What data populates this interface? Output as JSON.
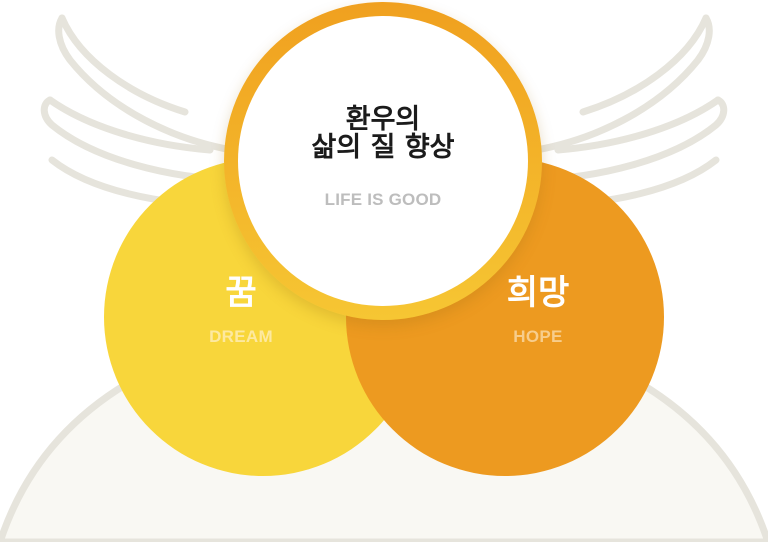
{
  "center": {
    "title_line1": "환우의",
    "title_line2": "삶의 질 향상",
    "subtitle": "LIFE IS GOOD"
  },
  "left_circle": {
    "title": "꿈",
    "subtitle": "DREAM"
  },
  "right_circle": {
    "title": "희망",
    "subtitle": "HOPE"
  },
  "colors": {
    "dream": "#f8d63b",
    "hope": "#ed9a20",
    "ring": "#f0a01f",
    "wing_outline": "#e6e4dc",
    "body_fill": "#f9f8f3"
  }
}
